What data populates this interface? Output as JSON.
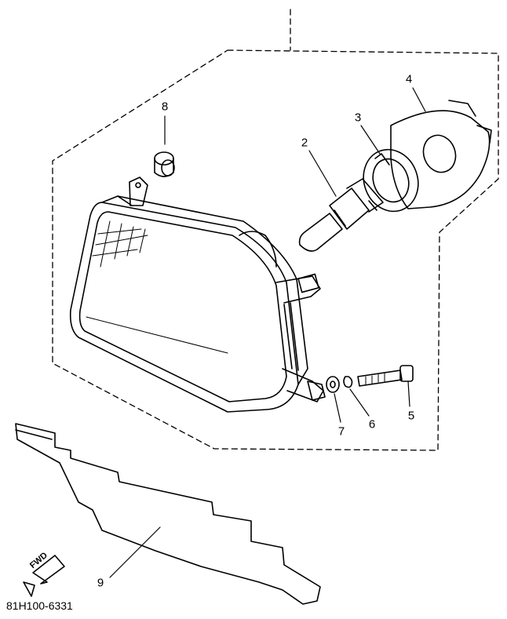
{
  "diagram": {
    "drawing_code": "81H100-6331",
    "direction_mark": "FWD",
    "callouts": [
      {
        "number": "2"
      },
      {
        "number": "3"
      },
      {
        "number": "4"
      },
      {
        "number": "5"
      },
      {
        "number": "6"
      },
      {
        "number": "7"
      },
      {
        "number": "8"
      },
      {
        "number": "9"
      }
    ]
  },
  "colors": {
    "ink": "#000000",
    "paper": "#ffffff"
  }
}
